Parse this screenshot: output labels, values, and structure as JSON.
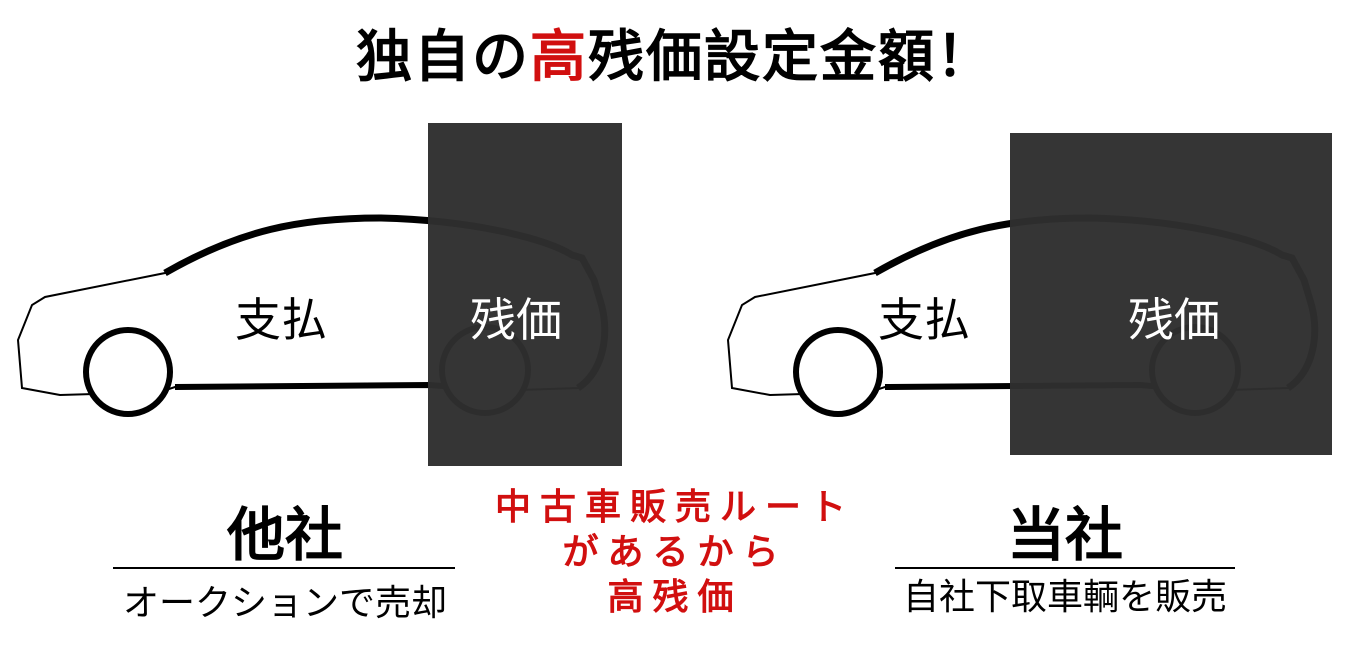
{
  "title": {
    "prefix": "独自の",
    "highlight": "高",
    "suffix": "残価設定金額！"
  },
  "colors": {
    "accent_red": "#d10f0f",
    "residual_box": "#2e2e2e"
  },
  "left": {
    "payment_label": "支払",
    "residual_label": "残価",
    "company": "他社",
    "method": "オークションで売却"
  },
  "right": {
    "payment_label": "支払",
    "residual_label": "残価",
    "company": "当社",
    "method": "自社下取車輌を販売"
  },
  "center_note": {
    "line1": "中古車販売ルート",
    "line2": "があるから",
    "line3": "高残価"
  }
}
